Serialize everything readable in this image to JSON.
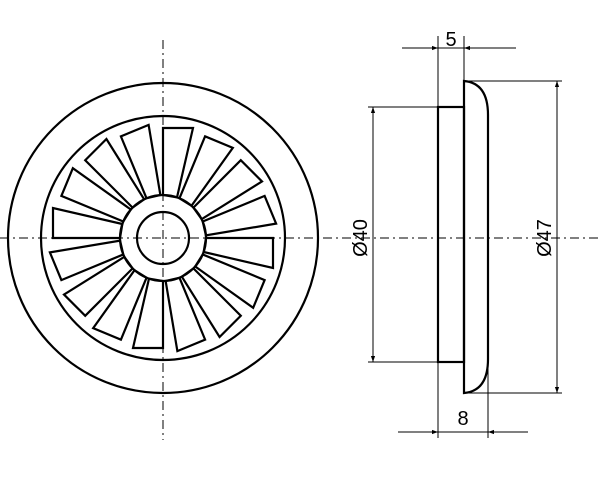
{
  "front_view": {
    "blade_count": 16
  },
  "side_view": {
    "dim_flange_depth": "5",
    "dim_total_depth": "8",
    "dim_inner_diameter": "Ø40",
    "dim_outer_diameter": "Ø47"
  },
  "colors": {
    "line": "#000000",
    "background": "#ffffff"
  }
}
